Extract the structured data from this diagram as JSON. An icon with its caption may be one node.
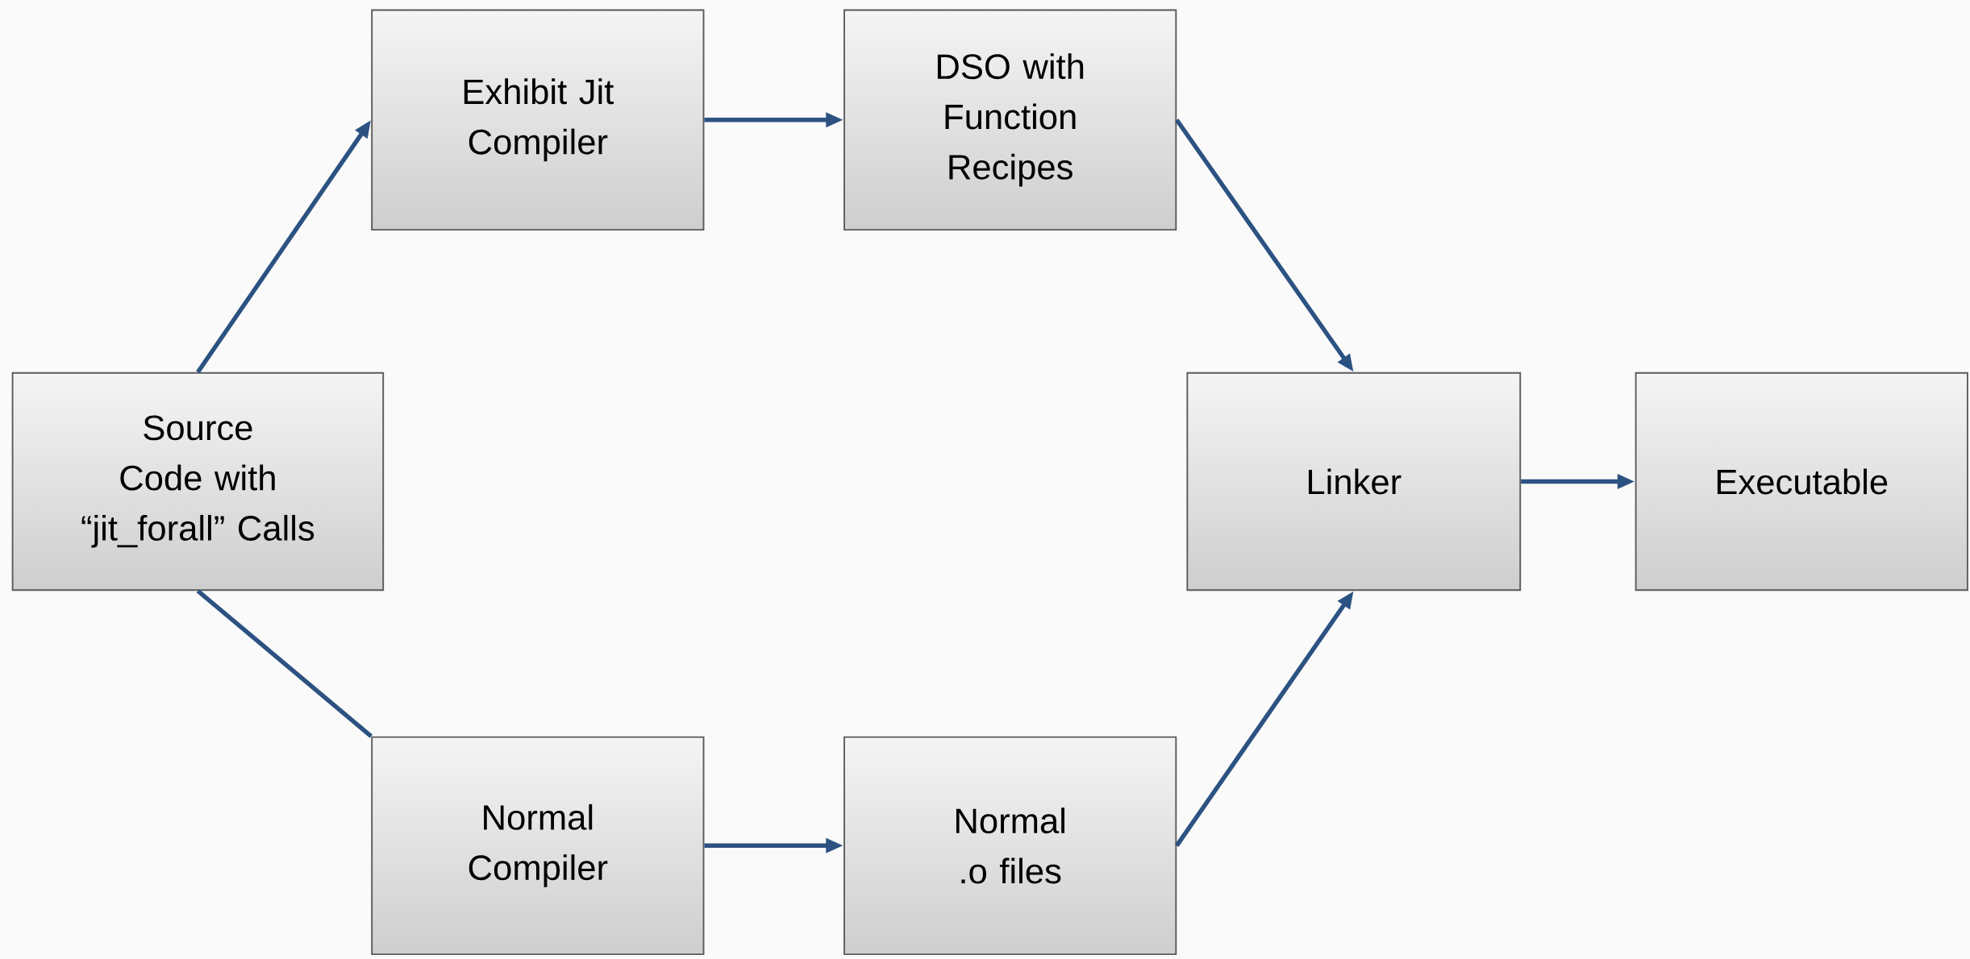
{
  "diagram": {
    "nodes": [
      {
        "text": [
          "Source Code with “jit_forall” Calls"
        ]
      },
      {
        "text": [
          "Exhibit Jit Compiler"
        ]
      },
      {
        "text": [
          "DSO with Function Recipes"
        ]
      },
      {
        "text": [
          "Linker"
        ]
      },
      {
        "text": [
          "Executable"
        ]
      },
      {
        "text": [
          "Normal Compiler"
        ]
      },
      {
        "text": [
          "Normal .o files"
        ]
      }
    ],
    "edges": [
      {
        "from": 0,
        "to": 1,
        "arrow": "to"
      },
      {
        "from": 1,
        "to": 2,
        "arrow": "to"
      },
      {
        "from": 2,
        "to": 3,
        "arrow": "to"
      },
      {
        "from": 3,
        "to": 4,
        "arrow": "to"
      },
      {
        "from": 0,
        "to": 5,
        "arrow": "none"
      },
      {
        "from": 5,
        "to": 6,
        "arrow": "to"
      },
      {
        "from": 6,
        "to": 3,
        "arrow": "to"
      }
    ]
  }
}
